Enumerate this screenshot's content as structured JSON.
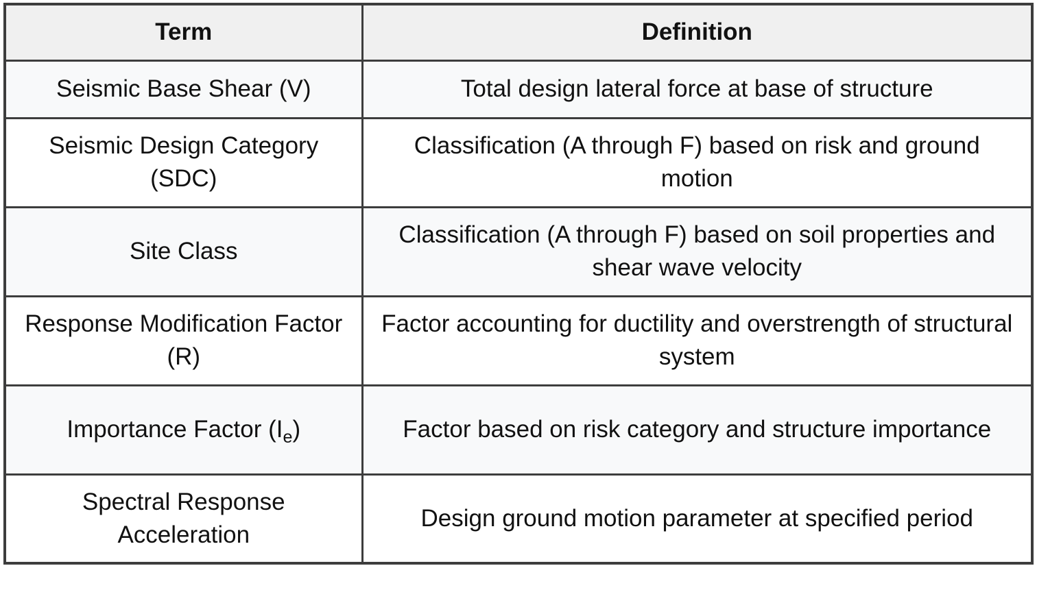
{
  "table": {
    "headers": {
      "term": "Term",
      "definition": "Definition"
    },
    "rows": [
      {
        "term": "Seismic Base Shear (V)",
        "definition": "Total design lateral force at base of structure"
      },
      {
        "term": "Seismic Design Category (SDC)",
        "definition": "Classification (A through F) based on risk and ground motion"
      },
      {
        "term": "Site Class",
        "definition": "Classification (A through F) based on soil properties and shear wave velocity"
      },
      {
        "term": "Response Modification Factor (R)",
        "definition": "Factor accounting for ductility and overstrength of structural system"
      },
      {
        "term_pre": "Importance Factor (I",
        "term_sub": "e",
        "term_post": ")",
        "definition": "Factor based on risk category and structure importance"
      },
      {
        "term": "Spectral Response Acceleration",
        "definition": "Design ground motion parameter at specified period"
      }
    ],
    "colors": {
      "border": "#3d3d3d",
      "header_bg": "#f0f0f0",
      "row_odd_bg": "#f8f9fa",
      "row_even_bg": "#ffffff",
      "text": "#111111"
    }
  }
}
